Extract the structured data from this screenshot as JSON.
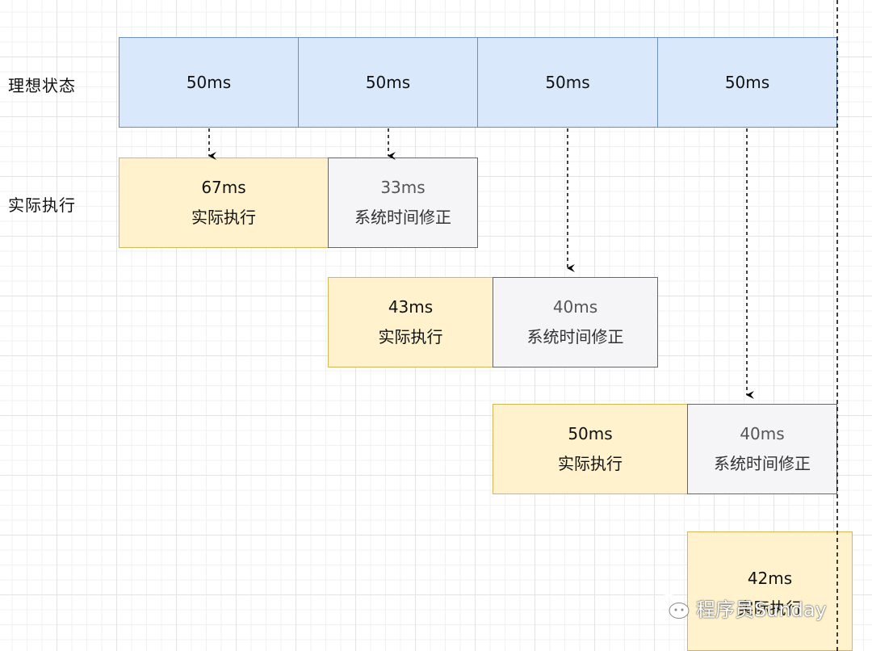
{
  "rows": {
    "ideal_label": "理想状态",
    "actual_label": "实际执行"
  },
  "ideal": [
    "50ms",
    "50ms",
    "50ms",
    "50ms"
  ],
  "steps": [
    {
      "exec_value": "67ms",
      "exec_label": "实际执行",
      "corr_value": "33ms",
      "corr_label": "系统时间修正"
    },
    {
      "exec_value": "43ms",
      "exec_label": "实际执行",
      "corr_value": "40ms",
      "corr_label": "系统时间修正"
    },
    {
      "exec_value": "50ms",
      "exec_label": "实际执行",
      "corr_value": "40ms",
      "corr_label": "系统时间修正"
    },
    {
      "exec_value": "42ms",
      "exec_label": "实际执行"
    }
  ],
  "watermark": "程序员Sunday",
  "colors": {
    "ideal_fill": "#dae8fc",
    "ideal_stroke": "#6c8ebf",
    "exec_fill": "#fff2cc",
    "exec_stroke": "#d6b656",
    "corr_fill": "#f5f4f6",
    "corr_stroke": "#666666"
  }
}
